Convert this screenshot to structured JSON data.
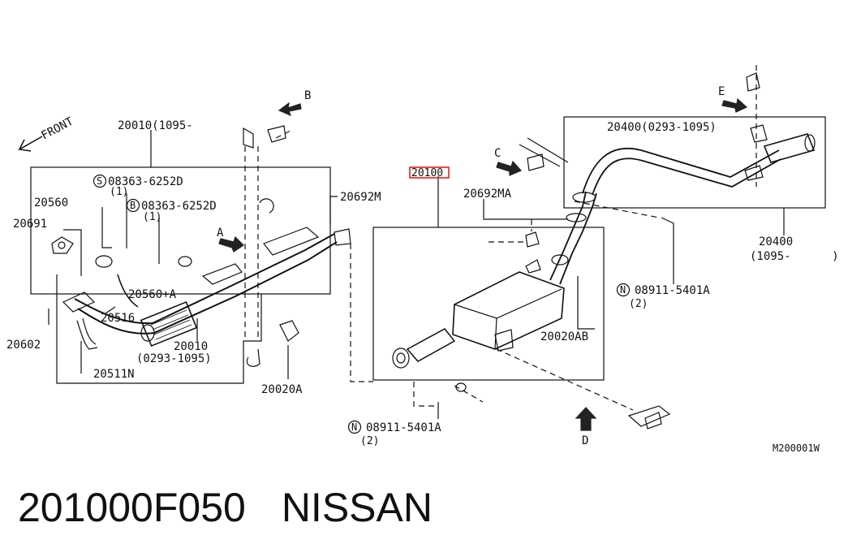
{
  "diagram": {
    "front_label": "FRONT",
    "view_markers": {
      "a": "A",
      "b": "B",
      "c": "C",
      "d": "D",
      "e": "E"
    },
    "labels": {
      "p20010_top": "20010(1095-",
      "s08363": "08363-6252D",
      "s08363_qty": "(1)",
      "b08363": "08363-6252D",
      "b08363_qty": "(1)",
      "p20560": "20560",
      "p20691": "20691",
      "p20560a": "20560+A",
      "p20516": "20516",
      "p20602": "20602",
      "p20010_bottom": "20010",
      "p20010_bottom_range": "(0293-1095)",
      "p20511n": "20511N",
      "p20020a": "20020A",
      "p20692m": "20692M",
      "p20100": "20100",
      "p20692ma": "20692MA",
      "p20020ab": "20020AB",
      "n08911_right": "08911-5401A",
      "n08911_right_qty": "(2)",
      "n08911_bottom": "08911-5401A",
      "n08911_bottom_qty": "(2)",
      "p20400_top": "20400(0293-1095)",
      "p20400_right": "20400",
      "p20400_right_range": "(1095-      )",
      "circle_s": "S",
      "circle_b": "B",
      "circle_n": "N",
      "drawing_code": "M200001W"
    },
    "highlight_color": "#e8201b"
  },
  "caption": {
    "part_number": "201000F050",
    "brand": "NISSAN"
  }
}
